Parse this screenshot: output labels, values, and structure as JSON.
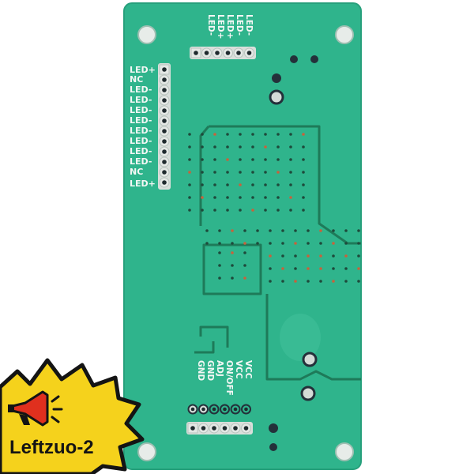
{
  "board": {
    "color": "#2fb48c",
    "trace_color": "#1e7a59",
    "side_header_labels": [
      "LED+",
      "NC",
      "LED-",
      "LED-",
      "LED-",
      "LED-",
      "LED-",
      "LED-",
      "LED-",
      "LED-",
      "NC",
      "LED+"
    ],
    "top_header_labels": [
      "LED-",
      "LED-",
      "LED+",
      "LED+",
      "LED-"
    ],
    "bottom_header_labels": [
      "VCC",
      "VCC",
      "ON/OFF",
      "ADJ",
      "GND",
      "GND"
    ]
  },
  "watermark": {
    "text": "Leftzuo-2",
    "badge_color": "#f5d21c",
    "megaphone_icon": "megaphone-icon"
  }
}
